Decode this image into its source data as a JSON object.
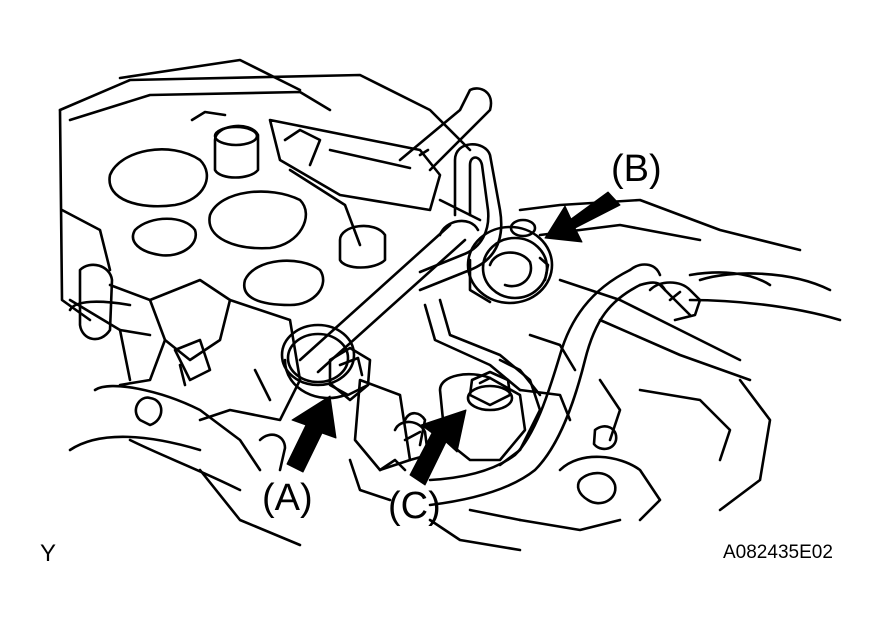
{
  "callouts": {
    "a": "(A)",
    "b": "(B)",
    "c": "(C)"
  },
  "view_letter": "Y",
  "figure_id": "A082435E02",
  "colors": {
    "ink": "#000000",
    "paper": "#ffffff"
  }
}
